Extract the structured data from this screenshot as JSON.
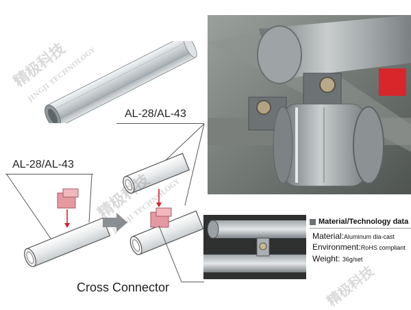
{
  "labels": {
    "top_model": "AL-28/AL-43",
    "left_model": "AL-28/AL-43",
    "connector_name": "Cross Connector"
  },
  "spec": {
    "title": "Material/Technology data",
    "material_label": "Material:",
    "material_value": "Aluminum dia-cast",
    "environment_label": "Environment:",
    "environment_value": "RoHS compliant",
    "weight_label": "Weight:",
    "weight_value": "36g/set"
  },
  "watermark": {
    "cn": "精极科技",
    "en": "JINGJI TECHNOLOGY"
  },
  "colors": {
    "connector_pink": "#e59aa2",
    "arrow_red": "#d81e28",
    "flow_arrow": "#8a8f93"
  }
}
